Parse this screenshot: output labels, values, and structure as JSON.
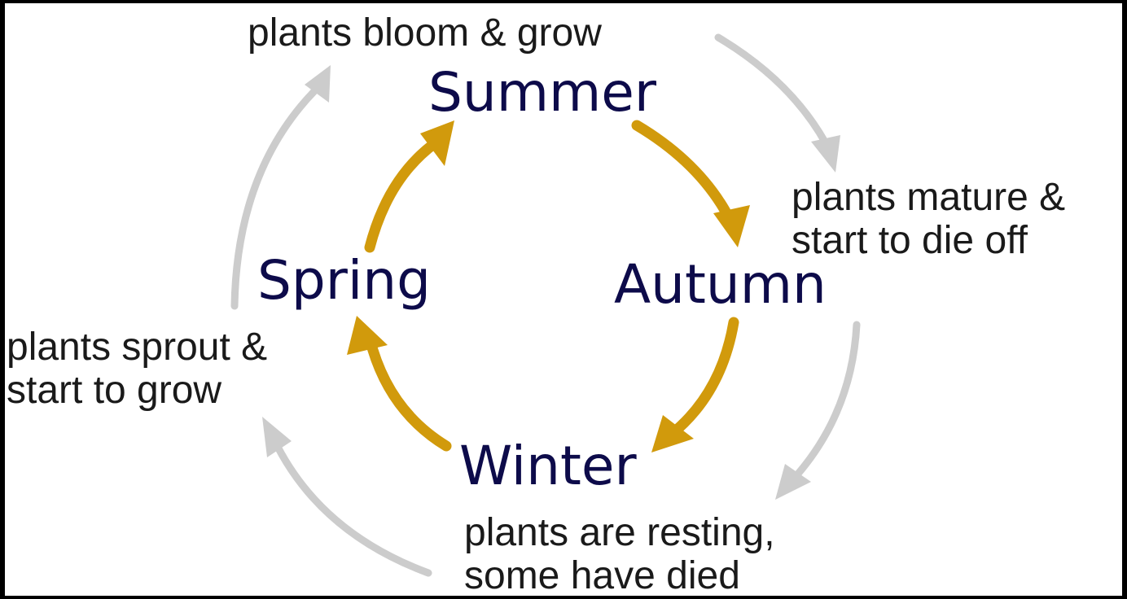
{
  "diagram": {
    "seasons": {
      "summer": "Summer",
      "autumn": "Autumn",
      "winter": "Winter",
      "spring": "Spring"
    },
    "notes": {
      "summer": [
        "plants bloom & grow"
      ],
      "autumn": [
        "plants mature &",
        "start to die off"
      ],
      "winter": [
        "plants are resting,",
        "some have died"
      ],
      "spring": [
        "plants sprout &",
        "start to grow"
      ]
    },
    "colors": {
      "inner_arrow": "#d19a0c",
      "outer_arrow": "#cccccc",
      "season_text": "#0d0b4a",
      "note_text": "#1a1a1a",
      "background": "#ffffff",
      "frame": "#000000"
    }
  }
}
